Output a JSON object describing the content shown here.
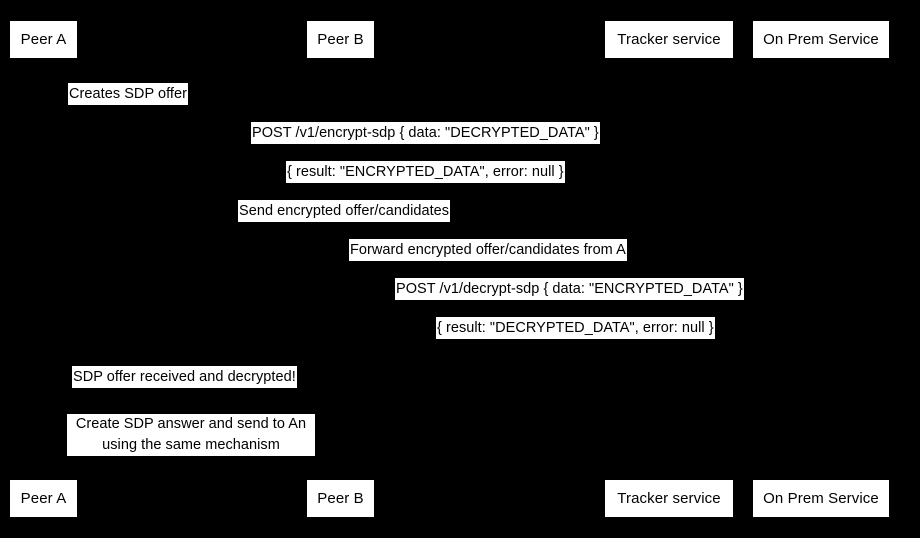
{
  "diagram": {
    "type": "sequence-diagram",
    "background_color": "#000000",
    "label_background_color": "#ffffff",
    "label_text_color": "#000000",
    "participants": [
      {
        "id": "peer-a",
        "label": "Peer A"
      },
      {
        "id": "peer-b",
        "label": "Peer B"
      },
      {
        "id": "tracker-service",
        "label": "Tracker service"
      },
      {
        "id": "on-prem-service",
        "label": "On Prem Service"
      }
    ],
    "messages": [
      {
        "id": "creates-sdp-offer",
        "label": "Creates SDP offer"
      },
      {
        "id": "post-encrypt-sdp",
        "label": "POST /v1/encrypt-sdp { data: \"DECRYPTED_DATA\" }"
      },
      {
        "id": "encrypt-sdp-result",
        "label": "{ result: \"ENCRYPTED_DATA\", error: null }"
      },
      {
        "id": "send-encrypted-offer",
        "label": "Send encrypted offer/candidates"
      },
      {
        "id": "forward-encrypted-offer",
        "label": "Forward encrypted offer/candidates from A"
      },
      {
        "id": "post-decrypt-sdp",
        "label": "POST /v1/decrypt-sdp { data: \"ENCRYPTED_DATA\" }"
      },
      {
        "id": "decrypt-sdp-result",
        "label": "{ result: \"DECRYPTED_DATA\", error: null }"
      },
      {
        "id": "sdp-offer-received",
        "label": "SDP offer received and decrypted!"
      }
    ],
    "notes": [
      {
        "id": "create-sdp-answer-note",
        "line1": "Create SDP answer and send to An",
        "line2": "using the same mechanism"
      }
    ],
    "footer_participants": [
      {
        "id": "peer-a-footer",
        "label": "Peer A"
      },
      {
        "id": "peer-b-footer",
        "label": "Peer B"
      },
      {
        "id": "tracker-service-footer",
        "label": "Tracker service"
      },
      {
        "id": "on-prem-service-footer",
        "label": "On Prem Service"
      }
    ]
  }
}
